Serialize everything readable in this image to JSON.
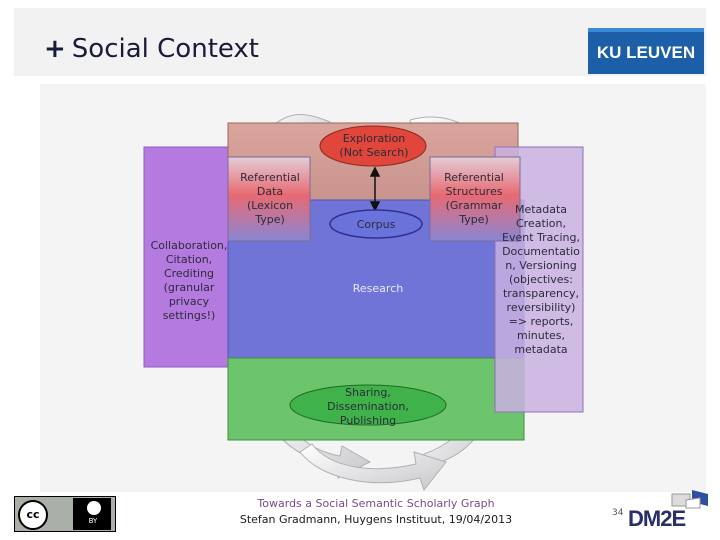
{
  "slide": {
    "title_prefix": "+",
    "title": "Social Context",
    "logo_text": "KU LEUVEN",
    "page_number": "34"
  },
  "footer": {
    "line1": "Towards a Social Semantic Scholarly Graph",
    "line2": "Stefan Gradmann, Huygens Instituut, 19/04/2013"
  },
  "diagram": {
    "exploration": [
      "Exploration",
      "(Not Search)"
    ],
    "referential_data": [
      "Referential",
      "Data",
      "(Lexicon",
      "Type)"
    ],
    "referential_structures": [
      "Referential",
      "Structures",
      "(Grammar",
      "Type)"
    ],
    "corpus": "Corpus",
    "research": "Research",
    "collaboration": [
      "Collaboration,",
      "Citation,",
      "Crediting",
      "(granular",
      "privacy",
      "settings!)"
    ],
    "metadata": [
      "Metadata",
      "Creation,",
      "Event Tracing,",
      "Documentatio",
      "n, Versioning",
      "(objectives:",
      "transparency,",
      "reversibility)",
      "=> reports,",
      "minutes,",
      "metadata"
    ],
    "sharing": [
      "Sharing,",
      "Dissemination,",
      "Publishing"
    ]
  },
  "logos": {
    "cc_symbol": "cc",
    "cc_by": "BY",
    "dm2e": "DM2E"
  },
  "colors": {
    "research_blue": "#6f74d6",
    "collab_purple": "#b57ae0",
    "metadata_purple": "#c9b0e2",
    "exploration_red": "#d9a59c",
    "sharing_green": "#6cc46c",
    "oval_red": "#e0463a",
    "oval_green": "#3fb34a",
    "oval_blue": "#6a72dc"
  }
}
